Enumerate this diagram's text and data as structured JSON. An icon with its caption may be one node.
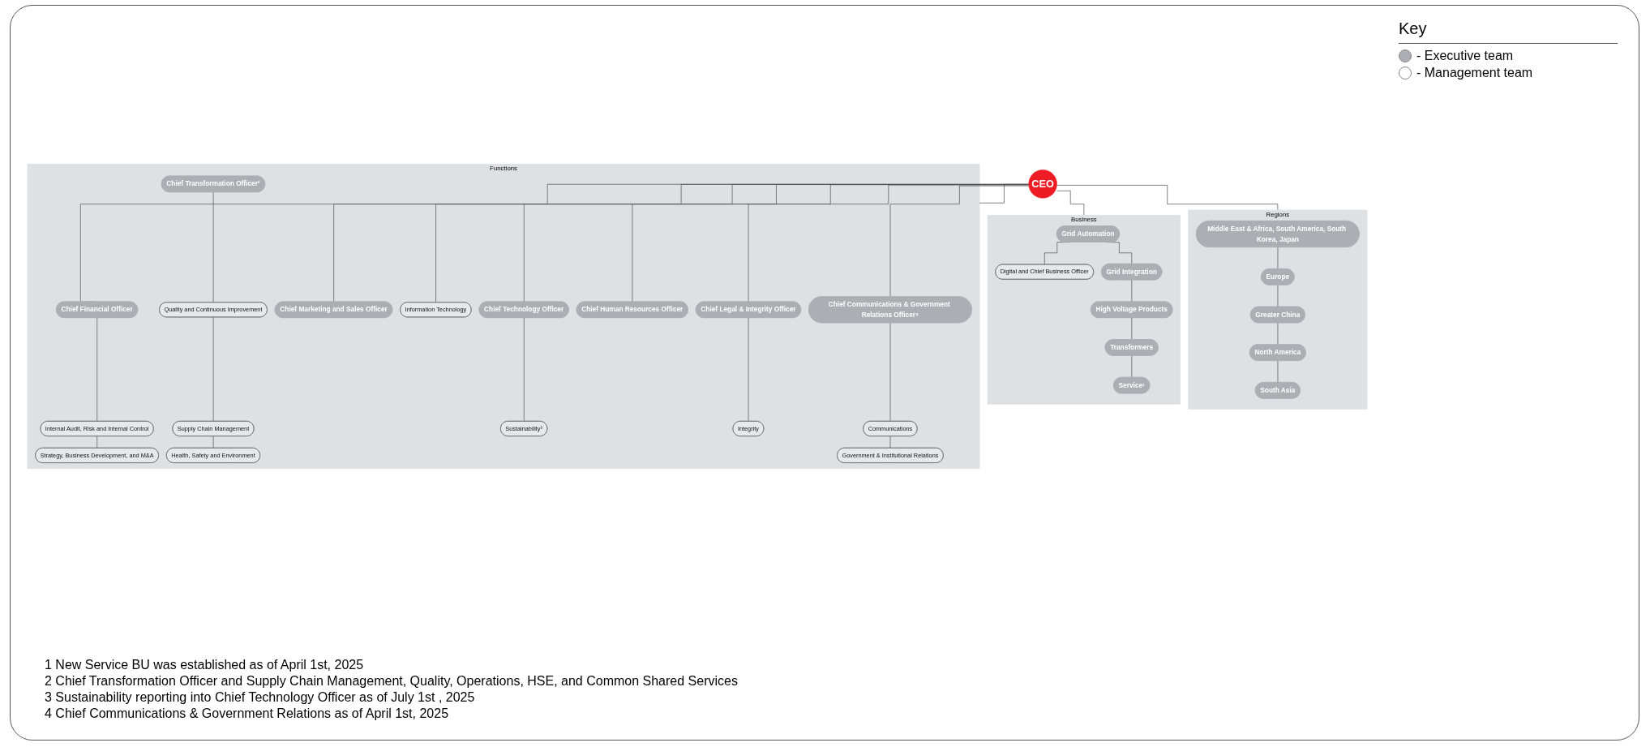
{
  "diagram": {
    "nodes": [
      {
        "text": [
          "CEO"
        ]
      },
      {
        "text": [
          "Regions"
        ]
      },
      {
        "text": [
          "Middle East & Africa, South America, South Korea, Japan"
        ],
        "in": 1
      },
      {
        "text": [
          "Europe"
        ],
        "in": 1
      },
      {
        "text": [
          "Greater China"
        ],
        "in": 1
      },
      {
        "text": [
          "North America"
        ],
        "in": 1
      },
      {
        "text": [
          "South Asia"
        ],
        "in": 1
      },
      {
        "text": [
          "Business"
        ]
      },
      {
        "text": [
          "Grid Automation"
        ],
        "in": 7
      },
      {
        "text": [
          "Digital and Chief Business Officer"
        ],
        "in": 7
      },
      {
        "text": [
          "Grid Integration"
        ],
        "in": 7
      },
      {
        "text": [
          "High Voltage Products"
        ],
        "in": 7
      },
      {
        "text": [
          "Transformers"
        ],
        "in": 7
      },
      {
        "text": [
          "Service¹"
        ],
        "in": 7
      },
      {
        "text": [
          "Functions"
        ]
      },
      {
        "text": [
          "Chief Financial Officer"
        ],
        "in": 14
      },
      {
        "text": [
          "Internal Audit, Risk and Internal Control"
        ],
        "in": 14
      },
      {
        "text": [
          "Strategy, Business Development, and M&A"
        ],
        "in": 14
      },
      {
        "text": [
          "Chief Transformation Officer²"
        ],
        "in": 14
      },
      {
        "text": [
          "Quality and Continuous Improvement"
        ],
        "in": 14
      },
      {
        "text": [
          "Supply Chain Management"
        ],
        "in": 14
      },
      {
        "text": [
          "Health, Safety and Environment"
        ],
        "in": 14
      },
      {
        "text": [
          "Chief Marketing and Sales Officer"
        ],
        "in": 14
      },
      {
        "text": [
          "Information Technology"
        ],
        "in": 14
      },
      {
        "text": [
          "Chief Technology Officer"
        ],
        "in": 14
      },
      {
        "text": [
          "Sustainability³"
        ],
        "in": 14
      },
      {
        "text": [
          "Chief Human Resources Officer"
        ],
        "in": 14
      },
      {
        "text": [
          "Chief Legal & Integrity Officer"
        ],
        "in": 14
      },
      {
        "text": [
          "Integrity"
        ],
        "in": 14
      },
      {
        "text": [
          "Chief Communications & Government Relations Officer⁴"
        ],
        "in": 14
      },
      {
        "text": [
          "Communications"
        ],
        "in": 14
      },
      {
        "text": [
          "Government & Institutional Relations"
        ],
        "in": 14
      }
    ],
    "edges": [
      {
        "from": 0,
        "to": 1,
        "arrow": "none"
      },
      {
        "from": 0,
        "to": 7,
        "arrow": "none"
      },
      {
        "from": 0,
        "to": 14,
        "arrow": "none"
      },
      {
        "from": 2,
        "to": 3,
        "arrow": "none"
      },
      {
        "from": 3,
        "to": 4,
        "arrow": "none"
      },
      {
        "from": 4,
        "to": 5,
        "arrow": "none"
      },
      {
        "from": 5,
        "to": 6,
        "arrow": "none"
      },
      {
        "from": 8,
        "to": 9,
        "arrow": "none"
      },
      {
        "from": 8,
        "to": 10,
        "arrow": "none"
      },
      {
        "from": 10,
        "to": 11,
        "arrow": "none"
      },
      {
        "from": 11,
        "to": 12,
        "arrow": "none"
      },
      {
        "from": 12,
        "to": 13,
        "arrow": "none"
      },
      {
        "from": 0,
        "to": 15,
        "arrow": "none"
      },
      {
        "from": 0,
        "to": 24,
        "arrow": "none"
      },
      {
        "from": 0,
        "to": 26,
        "arrow": "none"
      },
      {
        "from": 0,
        "to": 27,
        "arrow": "none"
      },
      {
        "from": 0,
        "to": 29,
        "arrow": "none"
      },
      {
        "from": 0,
        "to": 22,
        "arrow": "none"
      },
      {
        "from": 0,
        "to": 23,
        "arrow": "none"
      },
      {
        "from": 15,
        "to": 16,
        "arrow": "none"
      },
      {
        "from": 16,
        "to": 17,
        "arrow": "none"
      },
      {
        "from": 18,
        "to": 19,
        "arrow": "none"
      },
      {
        "from": 19,
        "to": 20,
        "arrow": "none"
      },
      {
        "from": 20,
        "to": 21,
        "arrow": "none"
      },
      {
        "from": 24,
        "to": 25,
        "arrow": "none"
      },
      {
        "from": 27,
        "to": 28,
        "arrow": "none"
      },
      {
        "from": 29,
        "to": 30,
        "arrow": "none"
      },
      {
        "from": 30,
        "to": 31,
        "arrow": "none"
      }
    ],
    "labels": [
      "Key",
      "1 New Service BU was established as of April 1st, 2025",
      "2 Chief Transformation Officer and Supply Chain Management, Quality, Operations, HSE, and Common Shared Services",
      "3 Sustainability reporting into Chief Technology Officer as of July 1st , 2025",
      "4 Chief Communications & Government Relations as of April 1st, 2025"
    ],
    "legend": [
      {
        "text": "- Executive team",
        "color": "#abafb3"
      },
      {
        "text": "- Management team",
        "color": "#ffffff"
      }
    ]
  }
}
